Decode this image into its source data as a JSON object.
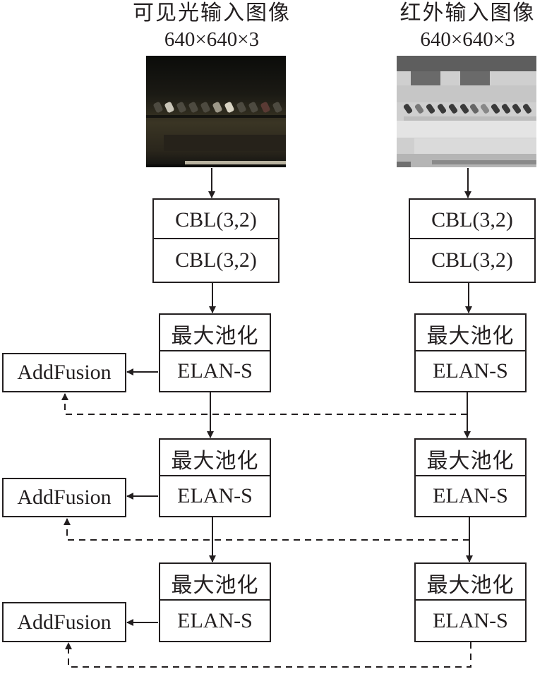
{
  "branches": {
    "visible": {
      "title": "可见光输入图像",
      "size": "640×640×3",
      "image_kind": "night-time visible-light aerial view of a parking lot"
    },
    "infrared": {
      "title": "红外输入图像",
      "size": "640×640×3",
      "image_kind": "grayscale thermal aerial view of a parking lot"
    }
  },
  "stem": {
    "layer1": "CBL(3,2)",
    "layer2": "CBL(3,2)"
  },
  "stages": [
    {
      "pool": "最大池化",
      "block": "ELAN-S",
      "fusion": "AddFusion"
    },
    {
      "pool": "最大池化",
      "block": "ELAN-S",
      "fusion": "AddFusion"
    },
    {
      "pool": "最大池化",
      "block": "ELAN-S",
      "fusion": "AddFusion"
    }
  ],
  "colors": {
    "line": "#231f20"
  }
}
